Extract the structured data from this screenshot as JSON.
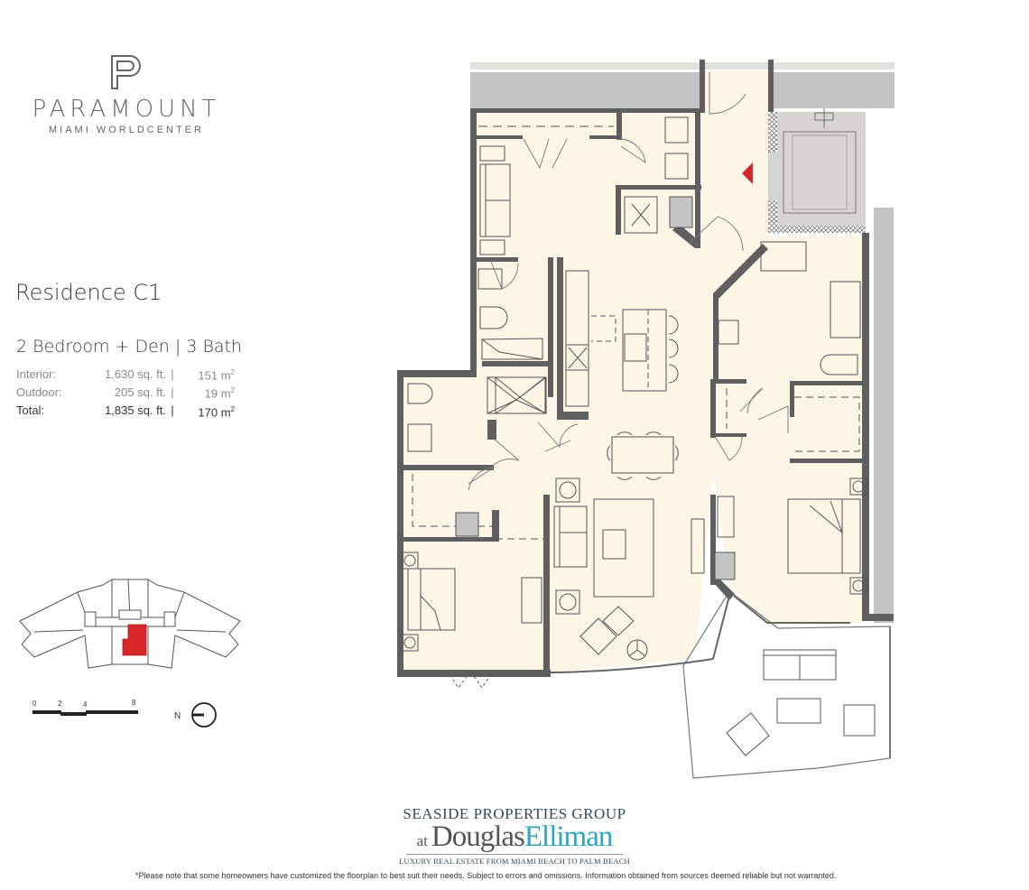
{
  "brand": {
    "logo_mark": "P",
    "name": "PARAMOUNT",
    "subtitle": "MIAMI WORLDCENTER"
  },
  "residence": {
    "title": "Residence C1",
    "configuration": "2 Bedroom + Den | 3 Bath",
    "areas": [
      {
        "label": "Interior:",
        "sqft": "1,630 sq. ft.",
        "separator": "|",
        "m2": "151 m",
        "m2_sup": "2"
      },
      {
        "label": "Outdoor:",
        "sqft": "205 sq. ft.",
        "separator": "|",
        "m2": "19 m",
        "m2_sup": "2"
      },
      {
        "label": "Total:",
        "sqft": "1,835 sq. ft.",
        "separator": "|",
        "m2": "170 m",
        "m2_sup": "2"
      }
    ]
  },
  "keyplan": {
    "highlight_color": "#d9262b",
    "outline_color": "#555555"
  },
  "scale_bar": {
    "ticks": [
      "0",
      "2",
      "4",
      "8"
    ]
  },
  "compass": {
    "label": "N"
  },
  "floorplan": {
    "colors": {
      "floor": "#fdf5e6",
      "wall": "#5f5f5f",
      "exterior_band": "#c4c4c4",
      "elevator": "#d6d4d0",
      "entry_marker": "#d9262b",
      "line": "#4a4a4a"
    },
    "entry_marker": "entry-arrow"
  },
  "footer": {
    "logo_line1": "SEASIDE PROPERTIES GROUP",
    "logo_at": "at",
    "logo_douglas": "Douglas",
    "logo_elliman": "Elliman",
    "logo_tagline": "LUXURY REAL ESTATE FROM MIAMI BEACH TO PALM BEACH",
    "disclaimer": "*Please note that some homeowners have customized the floorplan to best suit their needs. Subject to errors and omissions. Information obtained from sources deemed reliable but not warranted."
  }
}
